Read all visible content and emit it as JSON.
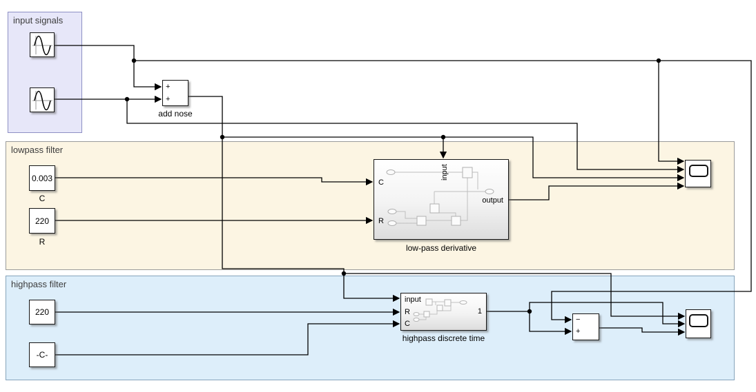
{
  "regions": {
    "input_signals": {
      "label": "input signals"
    },
    "lowpass": {
      "label": "lowpass filter"
    },
    "highpass": {
      "label": "highpass filter"
    }
  },
  "blocks": {
    "sine_wave_1": {
      "type": "sine-wave-source"
    },
    "sine_wave_2": {
      "type": "sine-wave-source"
    },
    "add_noise": {
      "label": "add nose",
      "port_plus_1": "+",
      "port_plus_2": "+"
    },
    "const_c_lowpass": {
      "value": "0.003",
      "label": "C"
    },
    "const_r_lowpass": {
      "value": "220",
      "label": "R"
    },
    "lowpass_subsystem": {
      "label": "low-pass derivative",
      "port_top": "input",
      "port_c": "C",
      "port_r": "R",
      "port_output": "output"
    },
    "scope_lowpass": {
      "inputs": 4
    },
    "const_r_highpass": {
      "value": "220"
    },
    "const_c_highpass": {
      "value": "-C-"
    },
    "highpass_subsystem": {
      "label": "highpass discrete time",
      "port_input": "input",
      "port_r": "R",
      "port_c": "C",
      "port_output": "1"
    },
    "subtract": {
      "port_minus": "−",
      "port_plus": "+"
    },
    "scope_highpass": {
      "inputs": 3
    }
  },
  "colors": {
    "wire": "#000000",
    "input_region_fill": "#e7e7f9",
    "input_region_border": "#8d8fc4",
    "lowpass_region_fill": "#fcf5e3",
    "lowpass_region_border": "#9a9a9a",
    "highpass_region_fill": "#ddeefa",
    "highpass_region_border": "#85a3bb"
  }
}
